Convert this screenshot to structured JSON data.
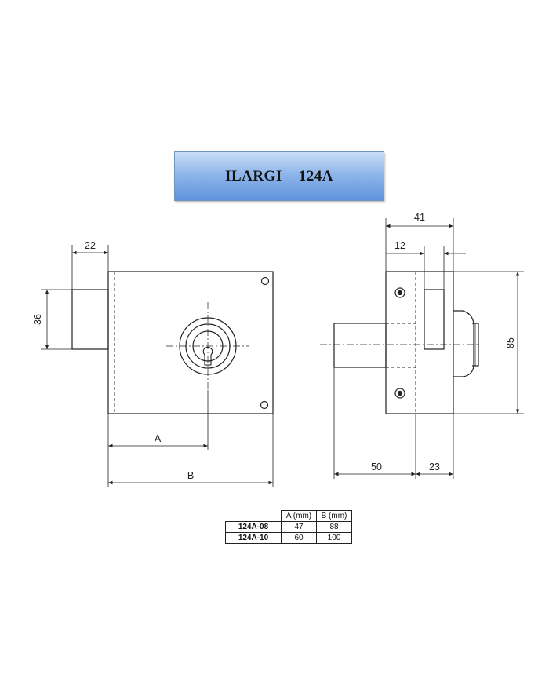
{
  "title": "ILARGI    124A",
  "dimensions": {
    "bolt_length": "22",
    "bolt_height": "36",
    "dim_a": "A",
    "dim_b": "B",
    "depth_total": "41",
    "depth_inner": "12",
    "height": "85",
    "bolt_throw": "50",
    "cylinder_projection": "23"
  },
  "table": {
    "headers": [
      "A (mm)",
      "B (mm)"
    ],
    "rows": [
      {
        "model": "124A-08",
        "a": "47",
        "b": "88"
      },
      {
        "model": "124A-10",
        "a": "60",
        "b": "100"
      }
    ]
  }
}
